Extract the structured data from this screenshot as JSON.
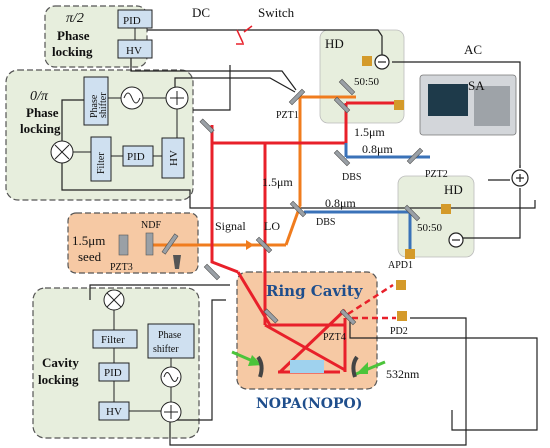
{
  "panels": {
    "phase_locking_pi2": {
      "title_line1": "π/2",
      "title_line2": "Phase",
      "title_line3": "locking",
      "pid": "PID",
      "hv": "HV"
    },
    "phase_locking_0pi": {
      "title_line1": "0/π",
      "title_line2": "Phase",
      "title_line3": "locking",
      "phase_shifter_line1": "Phase",
      "phase_shifter_line2": "shifter",
      "filter": "Filter",
      "pid": "PID",
      "hv": "HV"
    },
    "cavity_locking": {
      "title_line1": "Cavity",
      "title_line2": "locking",
      "filter": "Filter",
      "phase_shifter_line1": "Phase",
      "phase_shifter_line2": "shifter",
      "pid": "PID",
      "hv": "HV"
    },
    "seed": {
      "wavelength": "1.5μm",
      "label": "seed",
      "ndf": "NDF",
      "pzt": "PZT3"
    },
    "ring_cavity": {
      "title": "Ring Cavity",
      "pzt": "PZT4",
      "caption": "NOPA(NOPO)"
    }
  },
  "labels": {
    "dc": "DC",
    "switch": "Switch",
    "ac": "AC",
    "sa": "SA",
    "hd_top": "HD",
    "hd_bottom": "HD",
    "splitter_top": "50:50",
    "splitter_bottom": "50:50",
    "pzt1": "PZT1",
    "pzt2": "PZT2",
    "dbs_top": "DBS",
    "dbs_bottom": "DBS",
    "wl_15_top": "1.5μm",
    "wl_15_mid": "1.5μm",
    "wl_08_top": "0.8μm",
    "wl_08_bottom": "0.8μm",
    "signal": "Signal",
    "lo": "LO",
    "apd1": "APD1",
    "pd2": "PD2",
    "pump": "532nm"
  },
  "colors": {
    "red_beam": "#e8202a",
    "orange_beam": "#f07c1e",
    "blue_beam": "#3a72b8",
    "green_beam": "#4cc43a",
    "panel_fill": "#e7eedd",
    "seed_fill": "#f6c9a4",
    "cavity_fill": "#f6c9a4",
    "box_fill": "#cfe0f0",
    "caption_blue": "#1f4e8c"
  }
}
